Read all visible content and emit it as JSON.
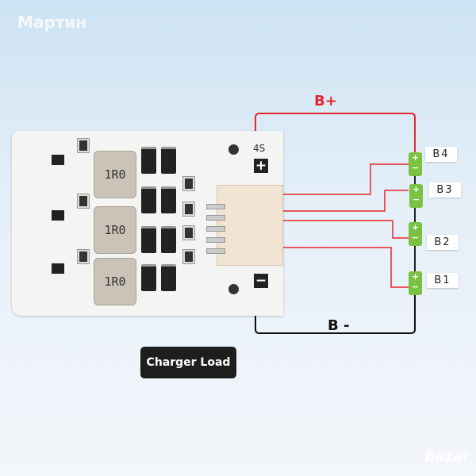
{
  "watermark": "Мартин",
  "board": {
    "series_label": "4S",
    "inductor_marking": "1R0",
    "plus_symbol": "+",
    "minus_symbol": "−"
  },
  "buses": {
    "positive": "B+",
    "negative": "B -"
  },
  "cells": [
    {
      "label": "B4",
      "plus": "+",
      "minus": "−"
    },
    {
      "label": "B3",
      "plus": "+",
      "minus": "−"
    },
    {
      "label": "B2",
      "plus": "+",
      "minus": "−"
    },
    {
      "label": "B1",
      "plus": "+",
      "minus": "−"
    }
  ],
  "button": {
    "label": "Charger Load"
  },
  "logo": "bazar",
  "colors": {
    "positive_wire": "#e8262b",
    "negative_wire": "#111111",
    "cell": "#7cc242"
  }
}
